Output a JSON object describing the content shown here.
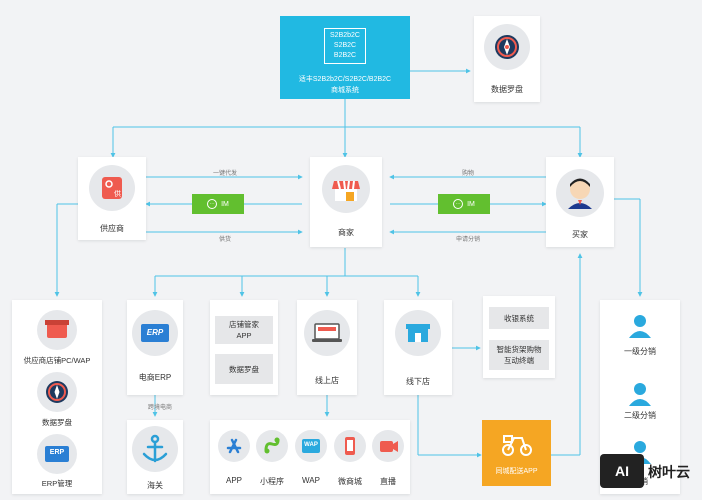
{
  "top": {
    "badge_lines": [
      "S2B2b2C",
      "S2B2C",
      "B2B2C"
    ],
    "caption_line1": "适丰S2B2b2C/S2B2C/B2B2C",
    "caption_line2": "商城系统"
  },
  "data_compass_top": {
    "label": "数据罗盘"
  },
  "supplier": {
    "label": "供应商",
    "icon_char": "供"
  },
  "merchant": {
    "label": "商家"
  },
  "buyer": {
    "label": "买家"
  },
  "flows": {
    "dropship": "一键代发",
    "supply": "供货",
    "purchase": "购物",
    "apply_distribution": "申请分销",
    "cross_border": "跨境电商"
  },
  "im": {
    "left": "IM",
    "right": "IM"
  },
  "supplier_panel": {
    "items": [
      "供应商店铺PC/WAP",
      "数据罗盘",
      "ERP管理"
    ],
    "erp_text": "ERP"
  },
  "ecommerce_erp": {
    "label": "电商ERP",
    "erp_text": "ERP"
  },
  "customs": {
    "label": "海关"
  },
  "store_panel": {
    "items": [
      "店铺管家APP",
      "数据罗盘"
    ]
  },
  "online_store": {
    "label": "线上店"
  },
  "offline_store": {
    "label": "线下店"
  },
  "pos_panel": {
    "items": [
      "收银系统",
      "智能货架购物互动终端"
    ]
  },
  "channels": {
    "items": [
      "APP",
      "小程序",
      "WAP",
      "微商城",
      "直播"
    ],
    "wap_text": "WAP"
  },
  "delivery": {
    "label": "同城配送APP"
  },
  "distribution": {
    "items": [
      "一级分销",
      "二级分销",
      "分销"
    ]
  },
  "watermark": {
    "badge": "AI",
    "text": "树叶云"
  },
  "colors": {
    "primary": "#21b9e2",
    "line": "#4fc3e6",
    "im": "#62bf2f",
    "supplier_red": "#ef5b4f",
    "delivery_orange": "#f5a623",
    "erp_blue": "#2a7fd4",
    "person_blue": "#2aa9de"
  }
}
